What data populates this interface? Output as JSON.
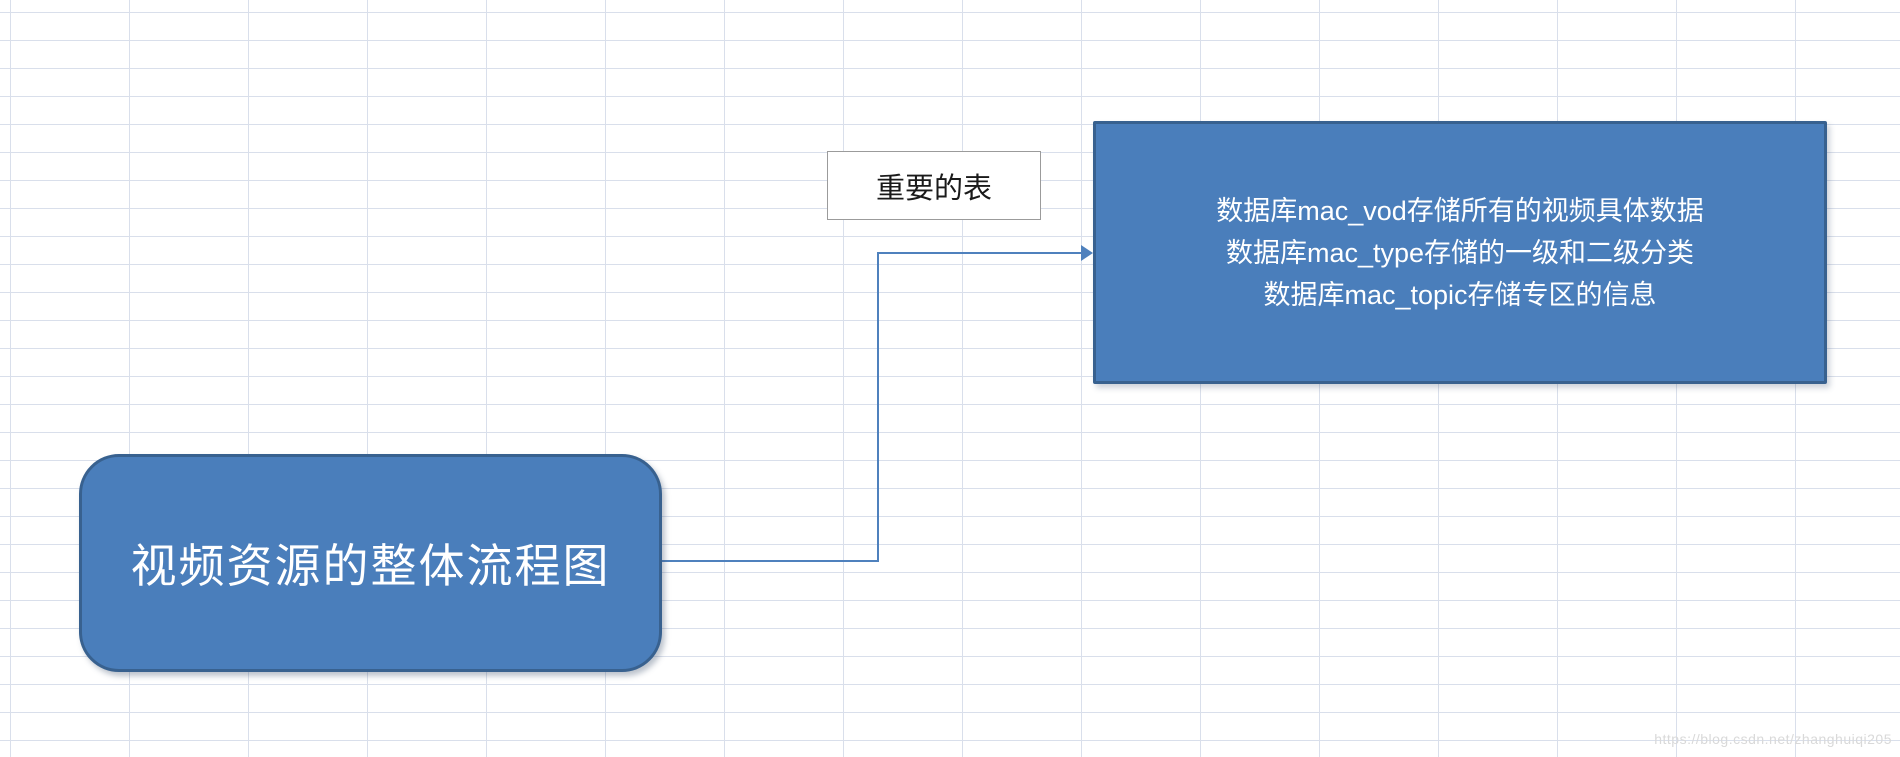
{
  "canvas": {
    "background": "#ffffff",
    "grid_color": "#d9dfeb"
  },
  "diagram": {
    "left_node": {
      "label": "视频资源的整体流程图",
      "fill": "#4a7ebb",
      "border": "#38618f"
    },
    "connector": {
      "color": "#4f81bd"
    },
    "connector_label": {
      "text": "重要的表"
    },
    "right_node": {
      "fill": "#4a7ebb",
      "border": "#38618f",
      "lines": [
        "数据库mac_vod存储所有的视频具体数据",
        "数据库mac_type存储的一级和二级分类",
        "数据库mac_topic存储专区的信息"
      ]
    }
  },
  "watermark": {
    "text": "https://blog.csdn.net/zhanghuiqi205"
  }
}
